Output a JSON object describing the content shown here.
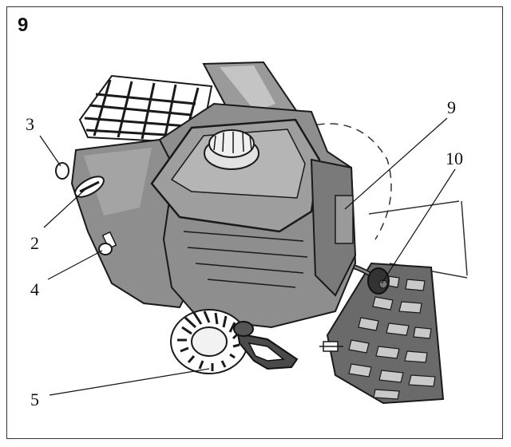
{
  "figure": {
    "number": "9"
  },
  "callouts": [
    {
      "id": "3",
      "label": "3"
    },
    {
      "id": "2",
      "label": "2"
    },
    {
      "id": "4",
      "label": "4"
    },
    {
      "id": "5",
      "label": "5"
    },
    {
      "id": "9",
      "label": "9"
    },
    {
      "id": "10",
      "label": "10"
    }
  ],
  "colors": {
    "body": "#8e8e8e",
    "body_dark": "#5e5e5e",
    "body_light": "#c4c4c4",
    "tire": "#6a6a6a",
    "line": "#1a1a1a"
  }
}
